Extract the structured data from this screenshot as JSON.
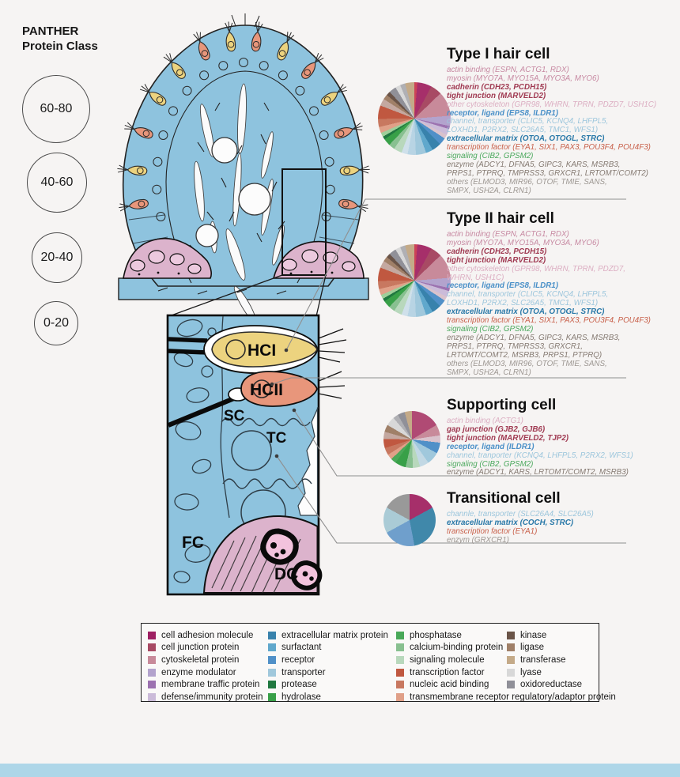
{
  "panel": {
    "title1": "PANTHER",
    "title2": "Protein Class",
    "circles": [
      {
        "label": "60-80"
      },
      {
        "label": "40-60"
      },
      {
        "label": "20-40"
      },
      {
        "label": "0-20"
      }
    ]
  },
  "class_colors": {
    "cytoskeletal": "#c789a2",
    "junction": "#a03a52",
    "cytoskeleton_other": "#dcaec2",
    "receptor": "#4a90c8",
    "transporter": "#9cc6dc",
    "ecm": "#2878a8",
    "tf": "#c8604a",
    "signaling": "#4aa85c",
    "enzyme": "#857a72",
    "others": "#9d9792"
  },
  "sections": [
    {
      "title": "Type I hair cell",
      "lines": [
        {
          "t": "actin binding (ESPN, ACTG1, RDX)",
          "c": "cytoskeletal"
        },
        {
          "t": "myosin (MYO7A, MYO15A, MYO3A, MYO6)",
          "c": "cytoskeletal"
        },
        {
          "t": "cadherin (CDH23, PCDH15)",
          "c": "junction",
          "b": true
        },
        {
          "t": "tight junction (MARVELD2)",
          "c": "junction",
          "b": true
        },
        {
          "t": "other cytoskeleton (GPR98, WHRN, TPRN, PDZD7, USH1C)",
          "c": "cytoskeleton_other"
        },
        {
          "t": "receptor, ligand (EPS8, ILDR1)",
          "c": "receptor",
          "b": true
        },
        {
          "t": "channel, transporter (CLIC5, KCNQ4, LHFPL5,",
          "c": "transporter"
        },
        {
          "t": "LOXHD1, P2RX2, SLC26A5, TMC1, WFS1)",
          "c": "transporter"
        },
        {
          "t": "extracellular matrix (OTOA, OTOGL, STRC)",
          "c": "ecm",
          "b": true
        },
        {
          "t": "transcription factor (EYA1, SIX1, PAX3, POU3F4, POU4F3)",
          "c": "tf"
        },
        {
          "t": "signaling (CIB2, GPSM2)",
          "c": "signaling"
        },
        {
          "t": "enzyme (ADCY1, DFNA5, GIPC3, KARS, MSRB3,",
          "c": "enzyme"
        },
        {
          "t": "PRPS1, PTPRQ, TMPRSS3, GRXCR1, LRTOMT/COMT2)",
          "c": "enzyme"
        },
        {
          "t": "others (ELMOD3, MIR96, OTOF, TMIE, SANS,",
          "c": "others"
        },
        {
          "t": "SMPX, USH2A, CLRN1)",
          "c": "others"
        }
      ],
      "pie": {
        "slices": [
          {
            "c": "#cc4257",
            "p": 1.5
          },
          {
            "c": "#a62f6a",
            "p": 7
          },
          {
            "c": "#a84a64",
            "p": 5.5
          },
          {
            "c": "#c88a9a",
            "p": 12
          },
          {
            "c": "#b3a3cd",
            "p": 5
          },
          {
            "c": "#9c72b0",
            "p": 1.5
          },
          {
            "c": "#cbbbd9",
            "p": 3
          },
          {
            "c": "#d9c2cc",
            "p": 2
          },
          {
            "c": "#5090c8",
            "p": 3.5
          },
          {
            "c": "#3882ac",
            "p": 4.5
          },
          {
            "c": "#60a8cc",
            "p": 3.5
          },
          {
            "c": "#a0c8dc",
            "p": 5
          },
          {
            "c": "#b8d4e4",
            "p": 4
          },
          {
            "c": "#cfe0ea",
            "p": 3
          },
          {
            "c": "#b8d8bc",
            "p": 4
          },
          {
            "c": "#88c090",
            "p": 3
          },
          {
            "c": "#38a048",
            "p": 3.5
          },
          {
            "c": "#207840",
            "p": 1.5
          },
          {
            "c": "#9fcf9a",
            "p": 2
          },
          {
            "c": "#e0a088",
            "p": 3
          },
          {
            "c": "#c87860",
            "p": 4
          },
          {
            "c": "#c05840",
            "p": 6.5
          },
          {
            "c": "#c4a8a0",
            "p": 3.5
          },
          {
            "c": "#a08068",
            "p": 2.5
          },
          {
            "c": "#6a5448",
            "p": 2
          },
          {
            "c": "#909098",
            "p": 3.5
          },
          {
            "c": "#d8d8d8",
            "p": 2.5
          },
          {
            "c": "#b0b0b4",
            "p": 2.5
          },
          {
            "c": "#c4aa88",
            "p": 4.5
          }
        ]
      }
    },
    {
      "title": "Type II hair cell",
      "lines": [
        {
          "t": "actin binding (ESPN, ACTG1, RDX)",
          "c": "cytoskeletal"
        },
        {
          "t": "myosin (MYO7A, MYO15A, MYO3A, MYO6)",
          "c": "cytoskeletal"
        },
        {
          "t": "cadherin (CDH23, PCDH15)",
          "c": "junction",
          "b": true
        },
        {
          "t": "tight junction (MARVELD2)",
          "c": "junction",
          "b": true
        },
        {
          "t": "other cytoskeleton (GPR98, WHRN, TPRN, PDZD7,",
          "c": "cytoskeleton_other"
        },
        {
          "t": "WHRN, USH1C)",
          "c": "cytoskeleton_other"
        },
        {
          "t": "receptor, ligand (EPS8, ILDR1)",
          "c": "receptor",
          "b": true
        },
        {
          "t": "channel, transporter (CLIC5, KCNQ4, LHFPL5,",
          "c": "transporter"
        },
        {
          "t": "LOXHD1, P2RX2, SLC26A5, TMC1, WFS1)",
          "c": "transporter"
        },
        {
          "t": "extracellular matrix (OTOA, OTOGL, STRC)",
          "c": "ecm",
          "b": true
        },
        {
          "t": "transcription factor (EYA1, SIX1, PAX3, POU3F4, POU4F3)",
          "c": "tf"
        },
        {
          "t": "signaling (CIB2, GPSM2)",
          "c": "signaling"
        },
        {
          "t": "enzyme (ADCY1, DFNA5, GIPC3, KARS, MSRB3,",
          "c": "enzyme"
        },
        {
          "t": "PRPS1, PTPRQ, TMPRSS3, GRXCR1,",
          "c": "enzyme"
        },
        {
          "t": "LRTOMT/COMT2, MSRB3, PRPS1, PTPRQ)",
          "c": "enzyme"
        },
        {
          "t": "others (ELMOD3, MIR96, OTOF, TMIE, SANS,",
          "c": "others"
        },
        {
          "t": "SMPX, USH2A, CLRN1)",
          "c": "others"
        }
      ],
      "pie": {
        "slices": [
          {
            "c": "#cc4257",
            "p": 1.5
          },
          {
            "c": "#a62f6a",
            "p": 7
          },
          {
            "c": "#a84a64",
            "p": 5.5
          },
          {
            "c": "#c88a9a",
            "p": 12
          },
          {
            "c": "#b3a3cd",
            "p": 5
          },
          {
            "c": "#9c72b0",
            "p": 1.5
          },
          {
            "c": "#cbbbd9",
            "p": 3
          },
          {
            "c": "#d9c2cc",
            "p": 2
          },
          {
            "c": "#5090c8",
            "p": 3.5
          },
          {
            "c": "#3882ac",
            "p": 4.5
          },
          {
            "c": "#60a8cc",
            "p": 3.5
          },
          {
            "c": "#a0c8dc",
            "p": 5
          },
          {
            "c": "#b8d4e4",
            "p": 4
          },
          {
            "c": "#cfe0ea",
            "p": 3
          },
          {
            "c": "#b8d8bc",
            "p": 4
          },
          {
            "c": "#88c090",
            "p": 3
          },
          {
            "c": "#38a048",
            "p": 3.5
          },
          {
            "c": "#207840",
            "p": 1.5
          },
          {
            "c": "#9fcf9a",
            "p": 2
          },
          {
            "c": "#e0a088",
            "p": 3
          },
          {
            "c": "#c87860",
            "p": 4
          },
          {
            "c": "#c05840",
            "p": 6.5
          },
          {
            "c": "#c4a8a0",
            "p": 3.5
          },
          {
            "c": "#a08068",
            "p": 2.5
          },
          {
            "c": "#6a5448",
            "p": 2
          },
          {
            "c": "#909098",
            "p": 3.5
          },
          {
            "c": "#d8d8d8",
            "p": 2.5
          },
          {
            "c": "#b0b0b4",
            "p": 2.5
          },
          {
            "c": "#c4aa88",
            "p": 4.5
          }
        ]
      }
    },
    {
      "title": "Supporting cell",
      "lines": [
        {
          "t": "actin binding (ACTG1)",
          "c": "cytoskeleton_other"
        },
        {
          "t": "gap junction (GJB2, GJB6)",
          "c": "junction",
          "b": true
        },
        {
          "t": "tight junction (MARVELD2, TJP2)",
          "c": "junction",
          "b": true
        },
        {
          "t": "receptor, ligand (ILDR1)",
          "c": "receptor",
          "b": true
        },
        {
          "t": "channel, tranporter (KCNQ4, LHFPL5, P2RX2, WFS1)",
          "c": "transporter"
        },
        {
          "t": "signaling (CIB2, GPSM2)",
          "c": "signaling"
        },
        {
          "t": "enzyme (ADCY1, KARS, LRTOMT/COMT2, MSRB3)",
          "c": "enzyme"
        }
      ],
      "pie": {
        "slices": [
          {
            "c": "#b04a74",
            "p": 16
          },
          {
            "c": "#c88a9a",
            "p": 6
          },
          {
            "c": "#d9c2cc",
            "p": 4
          },
          {
            "c": "#5090c8",
            "p": 6
          },
          {
            "c": "#a0c8dc",
            "p": 7
          },
          {
            "c": "#c2d8e4",
            "p": 5
          },
          {
            "c": "#b8d8bc",
            "p": 4
          },
          {
            "c": "#88c090",
            "p": 4
          },
          {
            "c": "#38a048",
            "p": 6
          },
          {
            "c": "#4aa858",
            "p": 3
          },
          {
            "c": "#e0a088",
            "p": 3
          },
          {
            "c": "#c87860",
            "p": 4
          },
          {
            "c": "#c05840",
            "p": 5
          },
          {
            "c": "#c4a8a0",
            "p": 4
          },
          {
            "c": "#a08068",
            "p": 4
          },
          {
            "c": "#d8d8d8",
            "p": 5
          },
          {
            "c": "#b0b0b4",
            "p": 3
          },
          {
            "c": "#909098",
            "p": 4
          },
          {
            "c": "#c4aa88",
            "p": 4
          }
        ]
      }
    },
    {
      "title": "Transitional cell",
      "lines": [
        {
          "t": "channle, transporter (SLC26A4, SLC26A5)",
          "c": "transporter"
        },
        {
          "t": "extracellular matrix (COCH, STRC)",
          "c": "ecm",
          "b": true
        },
        {
          "t": "transcription factor (EYA1)",
          "c": "tf"
        },
        {
          "t": "enzym (GRXCR1)",
          "c": "others"
        }
      ],
      "pie": {
        "slices": [
          {
            "c": "#a62f6a",
            "p": 17
          },
          {
            "c": "#4088aa",
            "p": 30
          },
          {
            "c": "#6f9fcc",
            "p": 20
          },
          {
            "c": "#aacbd6",
            "p": 16
          },
          {
            "c": "#999999",
            "p": 17
          }
        ]
      }
    }
  ],
  "box_labels": {
    "hci": "HCI",
    "hcii": "HCII",
    "sc": "SC",
    "tc": "TC",
    "fc": "FC",
    "dc": "DC"
  },
  "legend": {
    "columns": [
      [
        {
          "label": "cell adhesion molecule",
          "color": "#9e2063"
        },
        {
          "label": "cell junction protein",
          "color": "#a84a64"
        },
        {
          "label": "cytoskeletal protein",
          "color": "#c88a9a"
        },
        {
          "label": "enzyme modulator",
          "color": "#b3a3cd"
        },
        {
          "label": "membrane traffic protein",
          "color": "#9c72b0"
        },
        {
          "label": "defense/immunity protein",
          "color": "#cbbbd9"
        }
      ],
      [
        {
          "label": "extracellular matrix protein",
          "color": "#3882ac"
        },
        {
          "label": "surfactant",
          "color": "#60a8cc"
        },
        {
          "label": "receptor",
          "color": "#5090c8"
        },
        {
          "label": "transporter",
          "color": "#a0c8dc"
        },
        {
          "label": "protease",
          "color": "#207840"
        },
        {
          "label": "hydrolase",
          "color": "#38a048"
        }
      ],
      [
        {
          "label": "phosphatase",
          "color": "#48a858"
        },
        {
          "label": "calcium-binding protein",
          "color": "#88c090"
        },
        {
          "label": "signaling molecule",
          "color": "#b8d8bc"
        },
        {
          "label": "transcription factor",
          "color": "#c05840"
        },
        {
          "label": "nucleic acid binding",
          "color": "#c87860"
        },
        {
          "label": "transmembrane receptor regulatory/adaptor protein",
          "color": "#e0a088"
        }
      ],
      [
        {
          "label": "kinase",
          "color": "#6a5448"
        },
        {
          "label": "ligase",
          "color": "#a08068"
        },
        {
          "label": "transferase",
          "color": "#c4aa88"
        },
        {
          "label": "lyase",
          "color": "#d8d8d8"
        },
        {
          "label": "oxidoreductase",
          "color": "#909098"
        }
      ]
    ]
  }
}
